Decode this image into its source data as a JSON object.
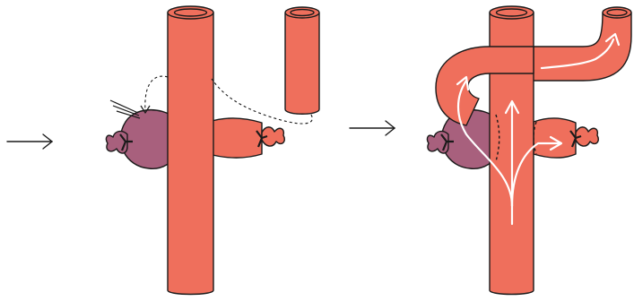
{
  "colors": {
    "vessel": "#ef6f5c",
    "vessel_light": "#f3a08f",
    "aneurysm": "#a8607d",
    "outline": "#1a1a1a",
    "flow_arrow": "#ffffff",
    "background": "#ffffff"
  },
  "icons": {
    "step_arrow": "long-right-arrow",
    "clamp": "clip-icon",
    "bow_tie": "ligature-icon",
    "graft_insertion": "dashed-curve-arrow",
    "blood_flow": "flow-arrow"
  }
}
